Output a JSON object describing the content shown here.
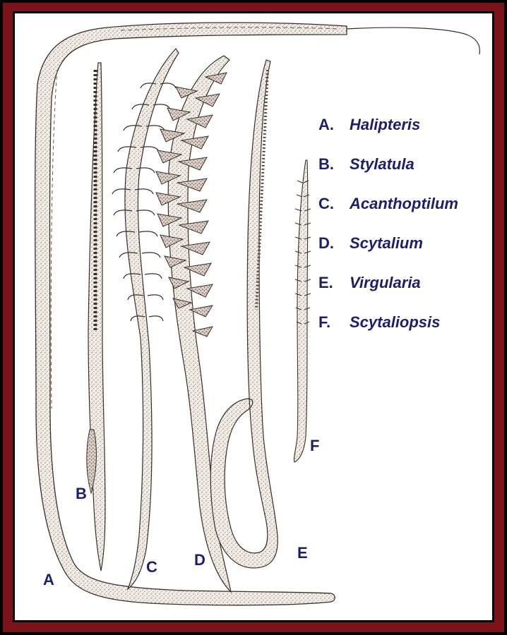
{
  "colors": {
    "border": "#7a1418",
    "background": "#ffffff",
    "label": "#1b1f6e",
    "ink": "#3a2e2a",
    "stipple": "#bfb4aa"
  },
  "legend": [
    {
      "letter": "A.",
      "genus": "Halipteris"
    },
    {
      "letter": "B.",
      "genus": "Stylatula"
    },
    {
      "letter": "C.",
      "genus": "Acanthoptilum"
    },
    {
      "letter": "D.",
      "genus": "Scytalium"
    },
    {
      "letter": "E.",
      "genus": "Virgularia"
    },
    {
      "letter": "F.",
      "genus": "Scytaliopsis"
    }
  ],
  "specimen_labels": {
    "a": "A",
    "b": "B",
    "c": "C",
    "d": "D",
    "e": "E",
    "f": "F"
  }
}
